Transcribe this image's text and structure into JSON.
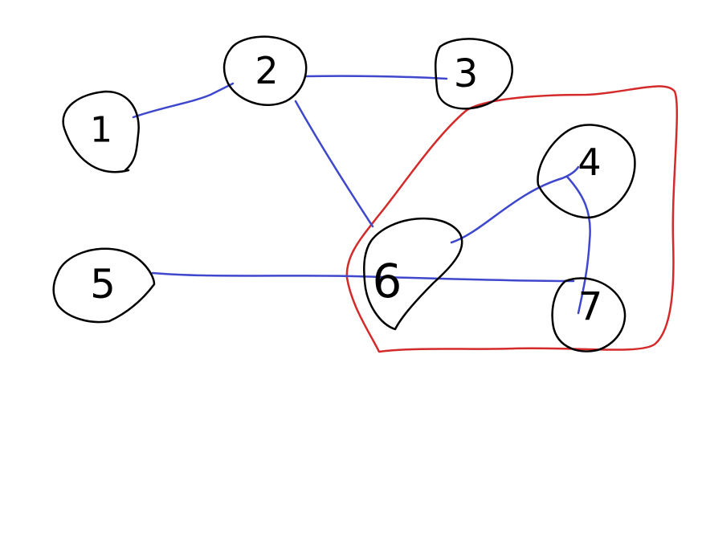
{
  "colors": {
    "node_stroke": "#000000",
    "edge_stroke": "#3f48cc",
    "group_stroke": "#d42a2a",
    "background": "#ffffff"
  },
  "nodes": [
    {
      "id": "1",
      "label": "1"
    },
    {
      "id": "2",
      "label": "2"
    },
    {
      "id": "3",
      "label": "3"
    },
    {
      "id": "4",
      "label": "4"
    },
    {
      "id": "5",
      "label": "5"
    },
    {
      "id": "6",
      "label": "6"
    },
    {
      "id": "7",
      "label": "7"
    }
  ],
  "edges": [
    {
      "from": "1",
      "to": "2"
    },
    {
      "from": "2",
      "to": "3"
    },
    {
      "from": "2",
      "to": "6"
    },
    {
      "from": "6",
      "to": "4"
    },
    {
      "from": "4",
      "to": "7"
    },
    {
      "from": "5",
      "to": "7"
    }
  ],
  "group": {
    "members": [
      "4",
      "6",
      "7"
    ]
  }
}
